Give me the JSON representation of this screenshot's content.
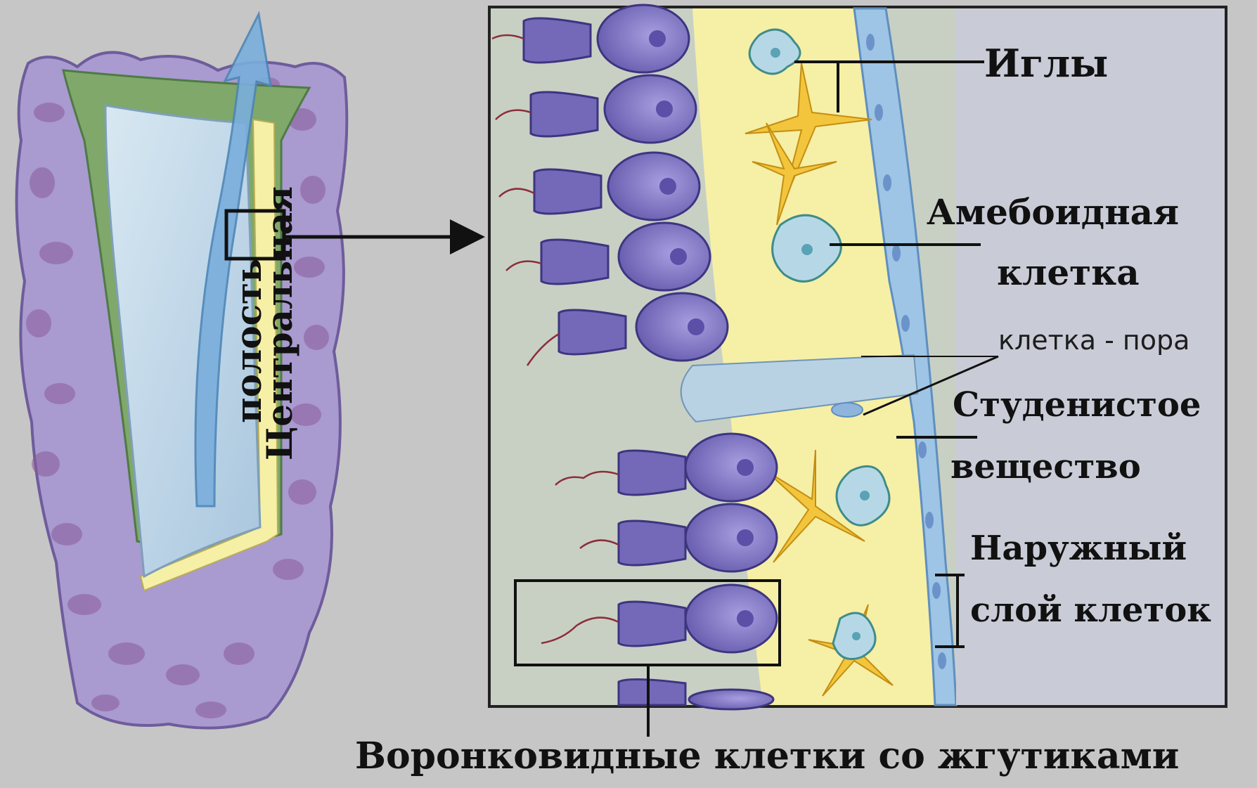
{
  "labels": {
    "central_cavity_line1": "Центральная",
    "central_cavity_line2": "полость",
    "spicules": "Иглы",
    "amoeboid_line1": "Амебоидная",
    "amoeboid_line2": "клетка",
    "pore_cell": "клетка - пора",
    "mesohyl_line1": "Студенистое",
    "mesohyl_line2": "вещество",
    "outer_layer_line1": "Наружный",
    "outer_layer_line2": "слой клеток",
    "choanocytes": "Воронковидные клетки со жгутиками"
  },
  "colors": {
    "background": "#c6c6c6",
    "sponge_body": "#a99ad0",
    "sponge_spots": "#8a5b9a",
    "inner_green": "#7fa86a",
    "cavity": "#c6dcea",
    "water_arrow": "#7aaedc",
    "collar_cell": "#7469b8",
    "mesohyl": "#f6efa6",
    "spicule": "#f2c53d",
    "amoebocyte": "#b6d8e6",
    "outer_cells": "#9ec4e6",
    "panel_bg": "#c8d0c4"
  }
}
